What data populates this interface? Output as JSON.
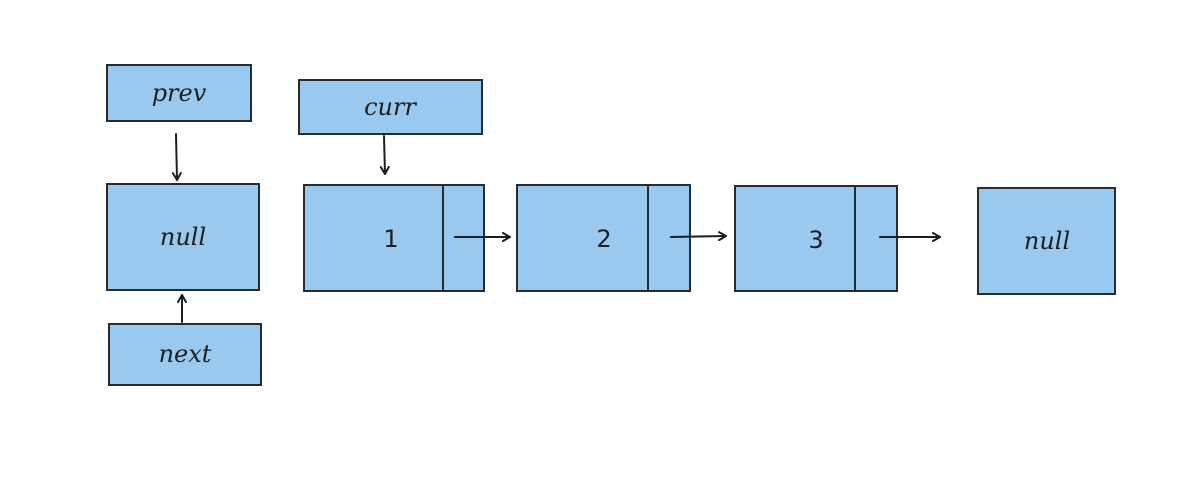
{
  "pointers": {
    "prev": "prev",
    "curr": "curr",
    "next": "next"
  },
  "nodes": {
    "head_null": "null",
    "node1": "1",
    "node2": "2",
    "node3": "3",
    "tail_null": "null"
  },
  "colors": {
    "box_fill": "#9ac9ef",
    "stroke": "#2b2b2b"
  }
}
